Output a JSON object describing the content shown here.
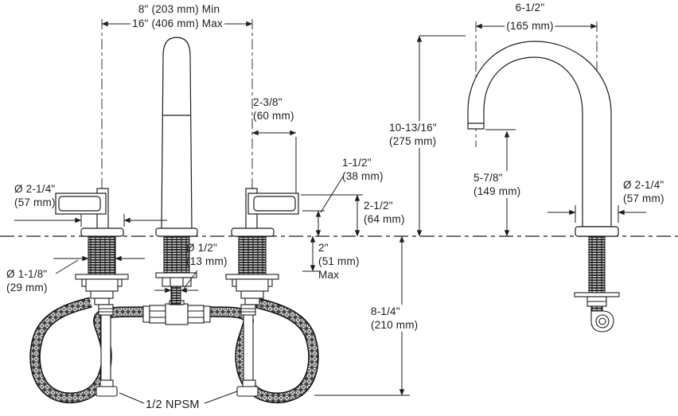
{
  "diagram": {
    "dims": {
      "spread_min": "8\" (203 mm) Min",
      "spread_max": "16\" (406 mm) Max",
      "spout_reach_in": "6-1/2\"",
      "spout_reach_mm": "(165 mm)",
      "handle_reach_in": "2-3/8\"",
      "handle_reach_mm": "(60 mm)",
      "spout_height_in": "10-13/16\"",
      "spout_height_mm": "(275 mm)",
      "handle_clear_in": "1-1/2\"",
      "handle_clear_mm": "(38 mm)",
      "handle_height_in": "2-1/2\"",
      "handle_height_mm": "(64 mm)",
      "outlet_height_in": "5-7/8\"",
      "outlet_height_mm": "(149 mm)",
      "handle_base_dia_in": "Ø 2-1/4\"",
      "handle_base_dia_mm": "(57 mm)",
      "spout_base_dia_in": "Ø 2-1/4\"",
      "spout_base_dia_mm": "(57 mm)",
      "deck_max_in": "2\"",
      "deck_max_mm": "(51 mm)",
      "deck_max_note": "Max",
      "center_shank_dia_in": "Ø 1/2\"",
      "center_shank_dia_mm": "(13 mm)",
      "valve_shank_dia_in": "Ø 1-1/8\"",
      "valve_shank_dia_mm": "(29 mm)",
      "below_deck_in": "8-1/4\"",
      "below_deck_mm": "(210 mm)",
      "supply_thread": "1/2 NPSM"
    },
    "colors": {
      "line": "#1d1d1d",
      "background": "#ffffff"
    }
  }
}
